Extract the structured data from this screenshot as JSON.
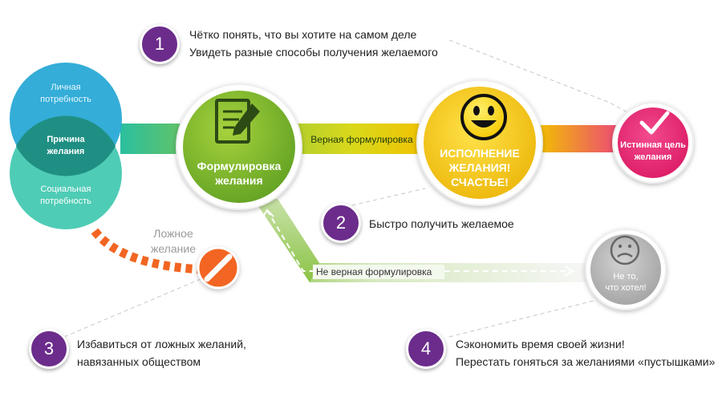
{
  "colors": {
    "purple": "#6b2c8b",
    "blue": "#29a9d6",
    "teal": "#3cc7ae",
    "green": "#7ab730",
    "yellow": "#f2c100",
    "pink": "#e8216e",
    "orange": "#f26522",
    "grey": "#b5b5b5"
  },
  "steps": [
    {
      "number": "1",
      "lines": [
        "Чётко понять, что вы хотите на самом деле",
        "Увидеть разные способы получения желаемого"
      ]
    },
    {
      "number": "2",
      "lines": [
        "Быстро получить желаемое"
      ]
    },
    {
      "number": "3",
      "lines": [
        "Избавиться от ложных желаний,",
        "навязанных обществом"
      ]
    },
    {
      "number": "4",
      "lines": [
        "Сэкономить время своей жизни!",
        "Перестать гоняться за желаниями «пустышками»"
      ]
    }
  ],
  "venn": {
    "top": [
      "Личная",
      "потребность"
    ],
    "middle": [
      "Причина",
      "желания"
    ],
    "bottom": [
      "Социальная",
      "потребность"
    ]
  },
  "formulation": [
    "Формулировка",
    "желания"
  ],
  "correct_label": "Верная формулировка",
  "wrong_label": "Не верная формулировка",
  "fulfillment": [
    "ИСПОЛНЕНИЕ",
    "ЖЕЛАНИЯ!",
    "СЧАСТЬЕ!"
  ],
  "true_goal": [
    "Истинная цель",
    "желания"
  ],
  "false_desire": [
    "Ложное",
    "желание"
  ],
  "not_that": [
    "Не то,",
    "что хотел!"
  ],
  "icons": {
    "document": "document-pencil-icon",
    "smile": "smiley-face-icon",
    "check": "checkmark-icon",
    "sad": "sad-face-icon",
    "prohibit": "prohibition-icon"
  }
}
